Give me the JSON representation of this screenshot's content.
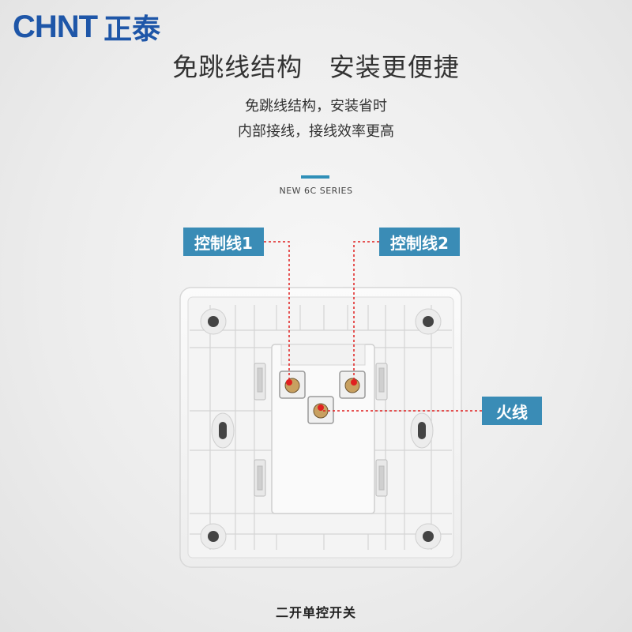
{
  "brand": {
    "latin": "CHNT",
    "chinese": "正泰"
  },
  "headline": "免跳线结构   安装更便捷",
  "subtitle_lines": [
    "免跳线结构，安装省时",
    "内部接线，接线效率更高"
  ],
  "series": "NEW 6C SERIES",
  "labels": {
    "control1": "控制线1",
    "control2": "控制线2",
    "live": "火线"
  },
  "caption": "二开单控开关",
  "colors": {
    "brand": "#1e56a8",
    "accent": "#3a8cb6",
    "marker": "#e02020"
  }
}
